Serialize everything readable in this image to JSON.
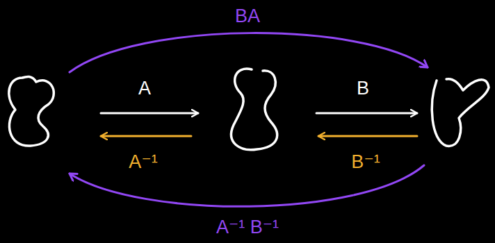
{
  "diagram": {
    "labels": [
      "BA",
      "A",
      "B",
      "A⁻¹",
      "B⁻¹",
      "A⁻¹ B⁻¹"
    ]
  }
}
